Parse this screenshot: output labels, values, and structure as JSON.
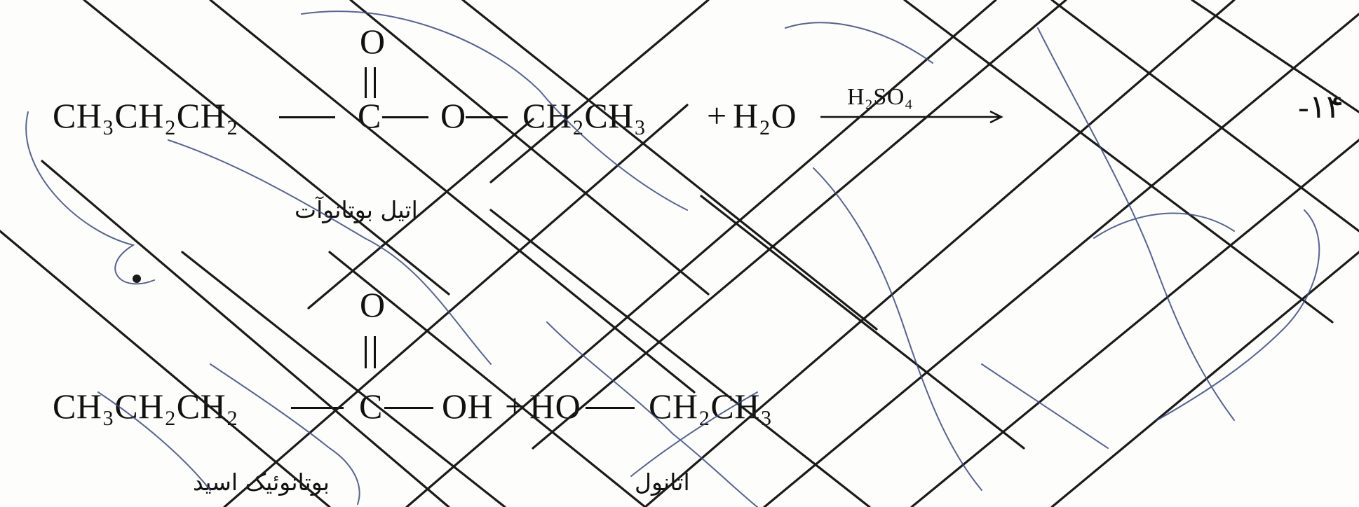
{
  "question": {
    "number": "-۱۴"
  },
  "reaction1": {
    "oxygen_top": "O",
    "left_group": "CH₃CH₂CH₂",
    "carbonyl_carbon": "C",
    "ester_oxygen": "O",
    "right_group": "CH₂CH₃",
    "plus": "+",
    "water": "H₂O",
    "catalyst": "H₂SO₄",
    "name_label": "اتیل بوتانوآت"
  },
  "reaction2": {
    "oxygen_top": "O",
    "left_group": "CH₃CH₂CH₂",
    "carbonyl_carbon": "C",
    "hydroxyl": "OH",
    "plus": "+",
    "alcohol_ho": "HO",
    "right_group": "CH₂CH₃",
    "acid_label": "بوتانوئیک اسید",
    "alcohol_label": "اتانول"
  },
  "colors": {
    "ink": "#111111",
    "pen_black": "#1a1a1a",
    "pen_blue": "#3b4a7a"
  }
}
